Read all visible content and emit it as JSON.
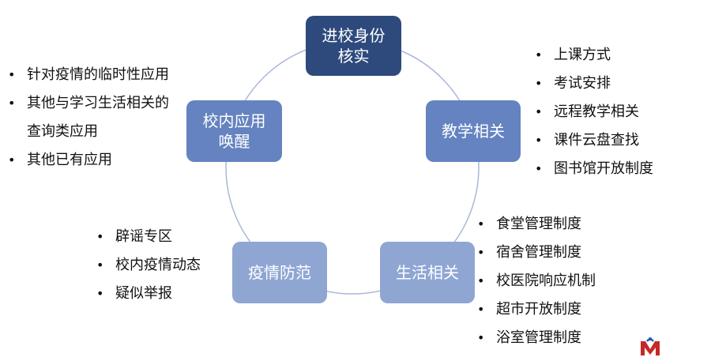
{
  "nodes": {
    "top": "进校身份\n核实",
    "right": "教学相关",
    "bottom_right": "生活相关",
    "bottom_left": "疫情防范",
    "left": "校内应用\n唤醒"
  },
  "lists": {
    "left": [
      {
        "lines": [
          "针对疫情的临时性应用"
        ]
      },
      {
        "lines": [
          "其他与学习生活相关的",
          "查询类应用"
        ]
      },
      {
        "lines": [
          "其他已有应用"
        ]
      }
    ],
    "right": [
      "上课方式",
      "考试安排",
      "远程教学相关",
      "课件云盘查找",
      "图书馆开放制度"
    ],
    "bottom_left": [
      "辟谣专区",
      "校内疫情动态",
      "疑似举报"
    ],
    "bottom_right": [
      "食堂管理制度",
      "宿舍管理制度",
      "校医院响应机制",
      "超市开放制度",
      "浴室管理制度"
    ]
  },
  "colors": {
    "node_dark": "#2E4A7D",
    "node_mid": "#6483C0",
    "node_light": "#8FA6D3",
    "ring": "#A9B8D8"
  },
  "logo_icon": "brand-logo-icon"
}
